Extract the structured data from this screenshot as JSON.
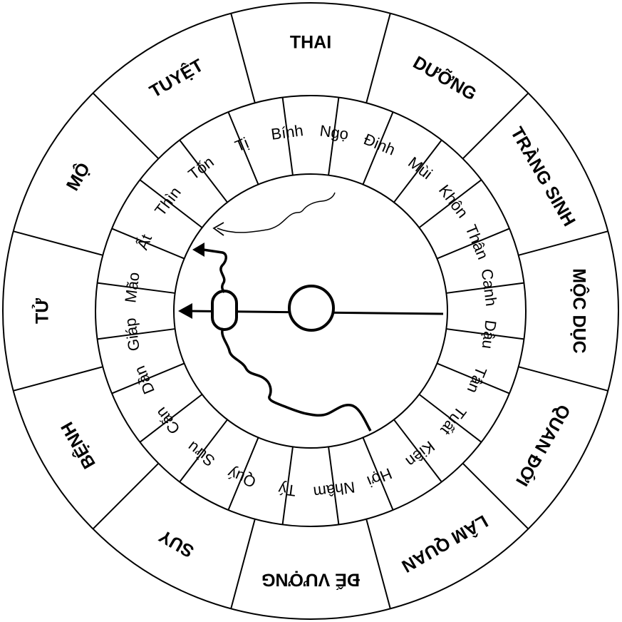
{
  "diagram": {
    "outer_labels": [
      "THAI",
      "DƯỠNG",
      "TRÀNG SINH",
      "MỘC DỤC",
      "QUAN ĐỚI",
      "LÂM QUAN",
      "ĐẾ VƯỢNG",
      "SUY",
      "BỆNH",
      "TỬ",
      "MỘ",
      "TUYỆT"
    ],
    "inner_labels": [
      "Bính",
      "Ngọ",
      "Đinh",
      "Mùi",
      "Khôn",
      "Thân",
      "Canh",
      "Dậu",
      "Tân",
      "Tuất",
      "Kiền",
      "Hợi",
      "Nhâm",
      "Tý",
      "Quý",
      "Sửu",
      "Cấn",
      "Dần",
      "Giáp",
      "Mão",
      "Ất",
      "Thìn",
      "Tốn",
      "Tị"
    ],
    "colors": {
      "line": "#000000",
      "background": "#ffffff"
    }
  }
}
